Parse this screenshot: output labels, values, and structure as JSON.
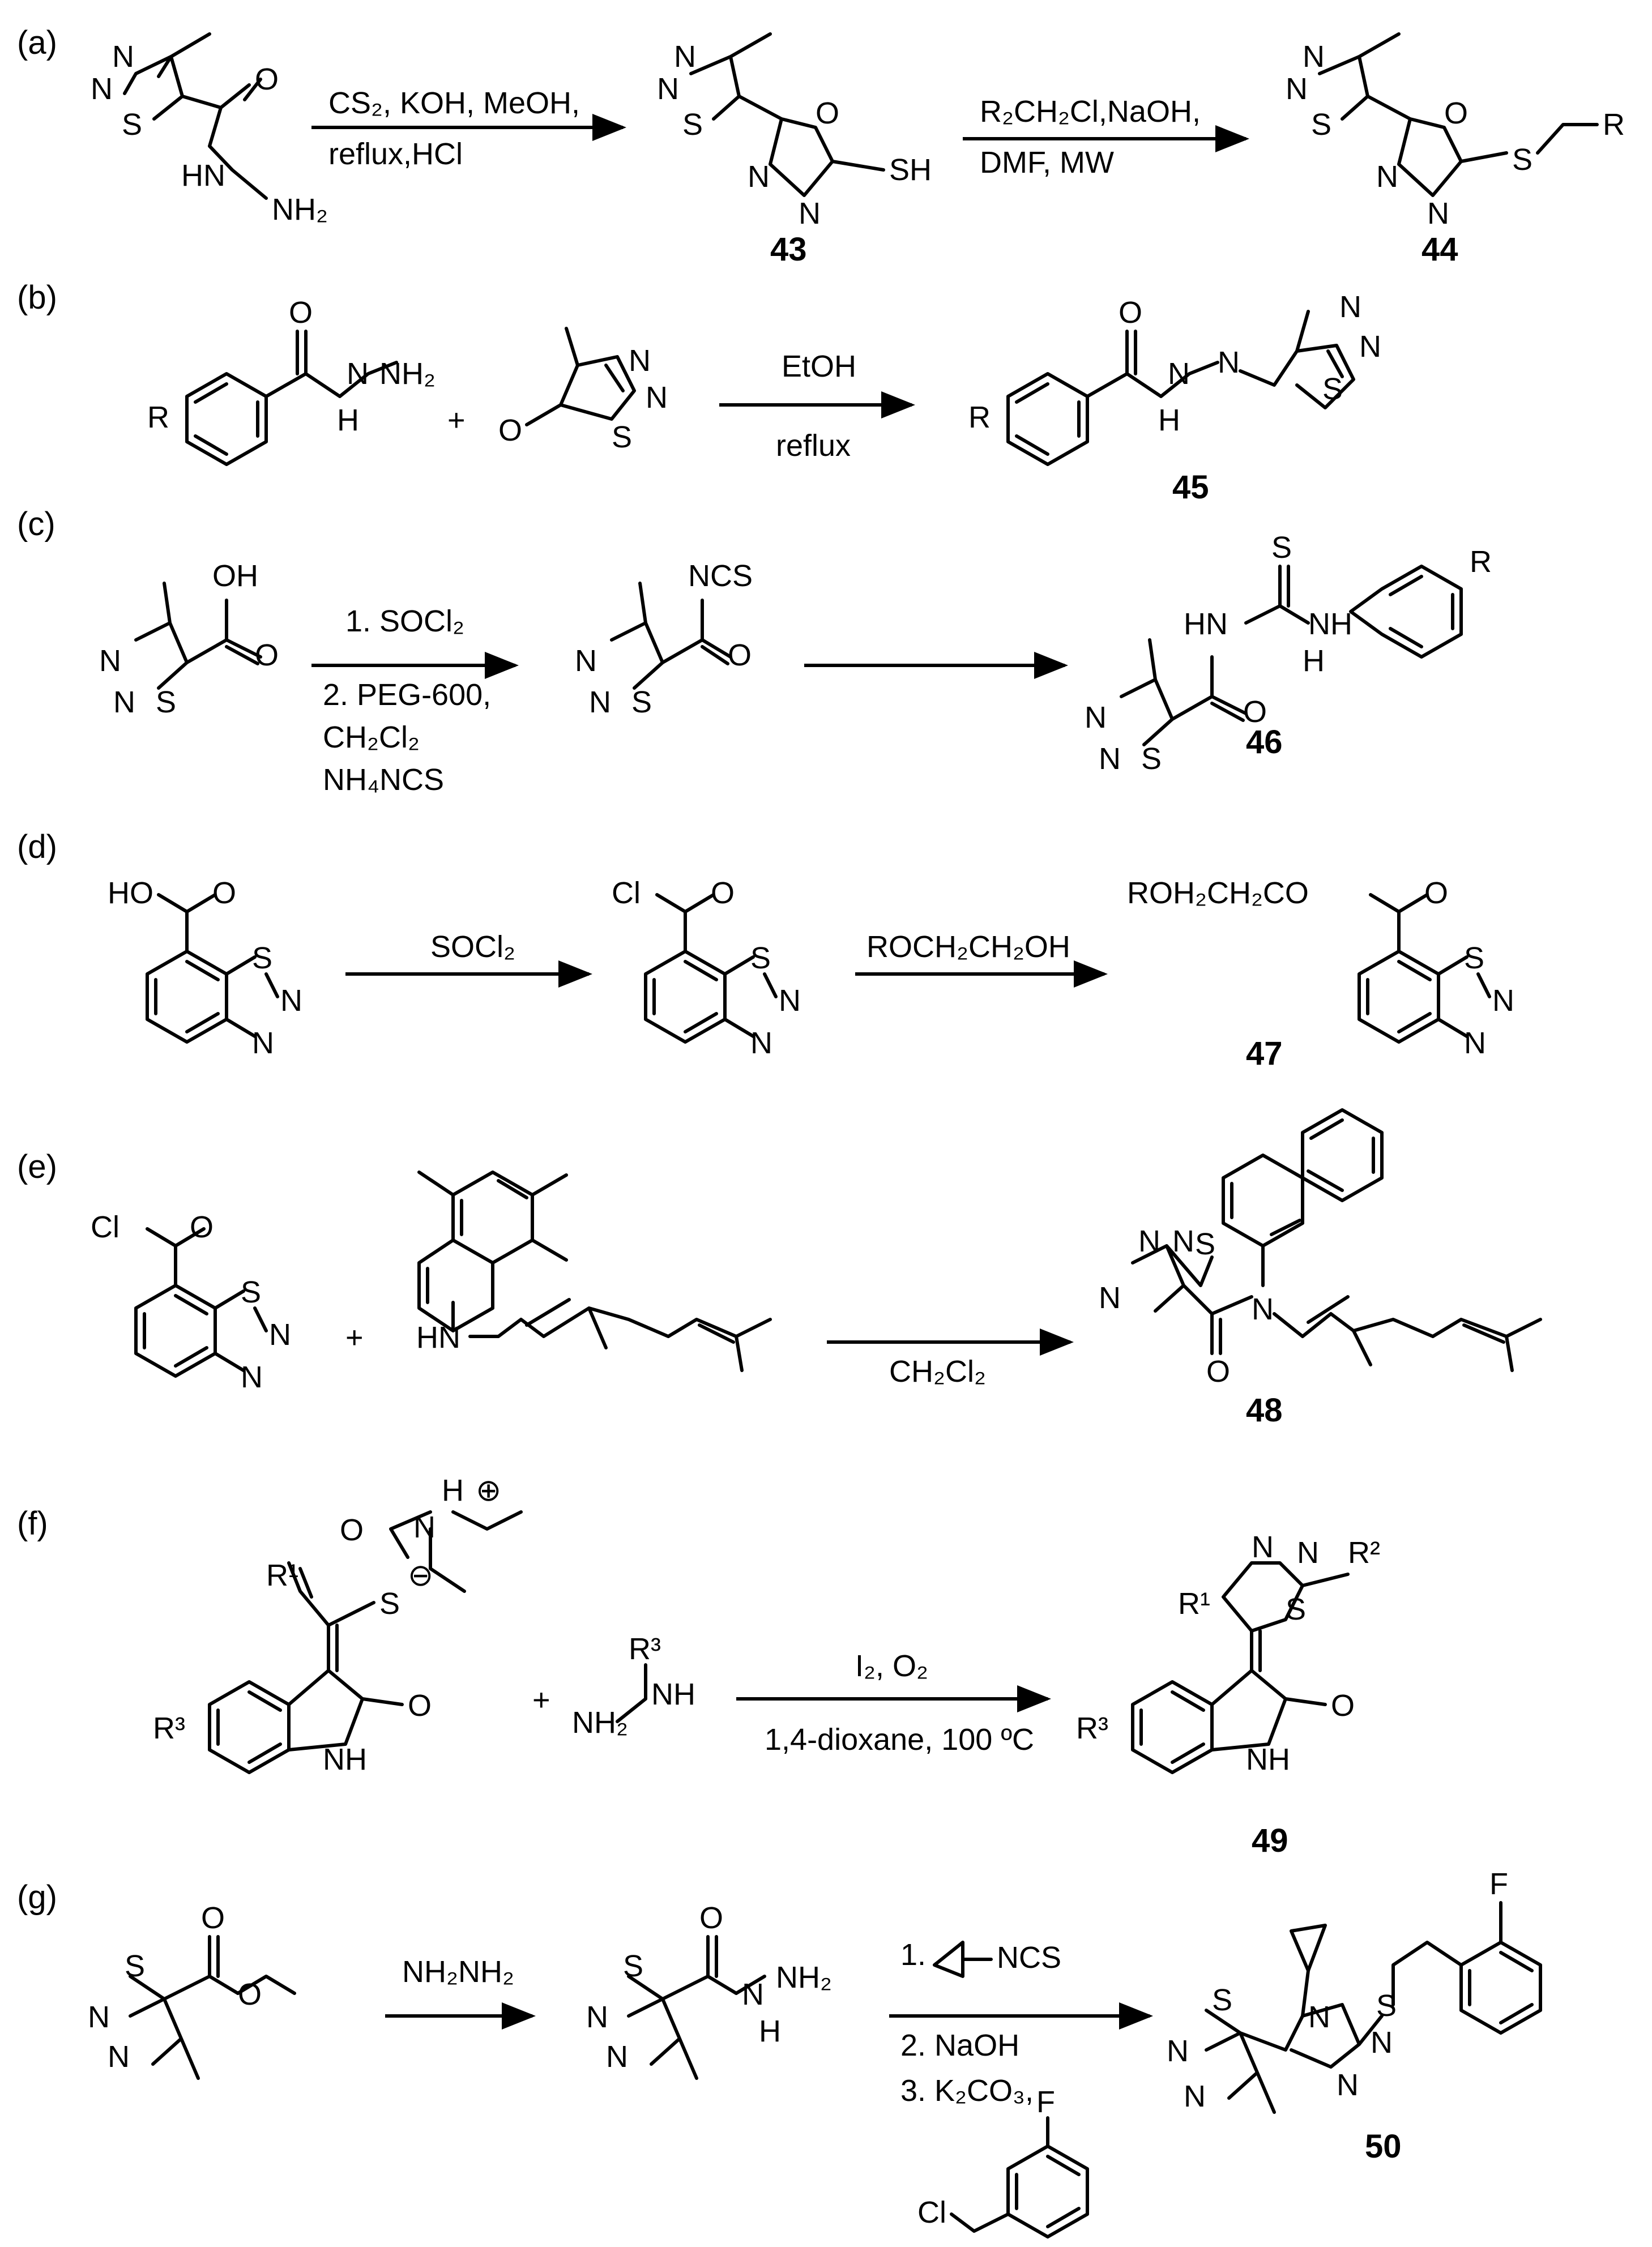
{
  "panels": [
    {
      "id": "a",
      "label": "(a)",
      "arrows": [
        {
          "conditions": [
            "CS₂, KOH, MeOH,",
            "reflux,HCl"
          ]
        },
        {
          "conditions": [
            "R₂CH₂Cl,NaOH,",
            "DMF,  MW"
          ]
        }
      ],
      "compounds": [
        "43",
        "44"
      ]
    },
    {
      "id": "b",
      "label": "(b)",
      "arrows": [
        {
          "conditions": [
            "EtOH",
            "reflux"
          ]
        }
      ],
      "compounds": [
        "45"
      ]
    },
    {
      "id": "c",
      "label": "(c)",
      "arrows": [
        {
          "conditions": [
            "1. SOCl₂",
            "2. PEG-600,",
            "CH₂Cl₂",
            "NH₄NCS"
          ]
        },
        {
          "conditions": []
        }
      ],
      "compounds": [
        "46"
      ]
    },
    {
      "id": "d",
      "label": "(d)",
      "arrows": [
        {
          "conditions": [
            "SOCl₂"
          ]
        },
        {
          "conditions": [
            "ROCH₂CH₂OH"
          ]
        }
      ],
      "compounds": [
        "47"
      ]
    },
    {
      "id": "e",
      "label": "(e)",
      "arrows": [
        {
          "conditions": [
            "CH₂Cl₂"
          ]
        }
      ],
      "compounds": [
        "48"
      ]
    },
    {
      "id": "f",
      "label": "(f)",
      "arrows": [
        {
          "conditions": [
            "I₂, O₂",
            "1,4-dioxane,  100 ºC"
          ]
        }
      ],
      "compounds": [
        "49"
      ]
    },
    {
      "id": "g",
      "label": "(g)",
      "arrows": [
        {
          "conditions": [
            "NH₂NH₂"
          ]
        },
        {
          "conditions": [
            "1.",
            "NCS",
            "2. NaOH",
            "3. K₂CO₃,"
          ]
        }
      ],
      "compounds": [
        "50"
      ]
    }
  ],
  "atom_labels": {
    "N": "N",
    "S": "S",
    "O": "O",
    "H": "H",
    "F": "F",
    "Cl": "Cl",
    "R": "R",
    "NH": "NH",
    "HN": "HN",
    "NH2": "NH₂",
    "HO": "HO",
    "OH": "OH",
    "SH": "SH",
    "NCS": "NCS",
    "R1": "R¹",
    "R2": "R²",
    "R3": "R³",
    "ester_chain": "ROH₂CH₂CO",
    "plus": "+",
    "ammonium_charge": "⊕",
    "thiolate_charge": "⊖"
  }
}
